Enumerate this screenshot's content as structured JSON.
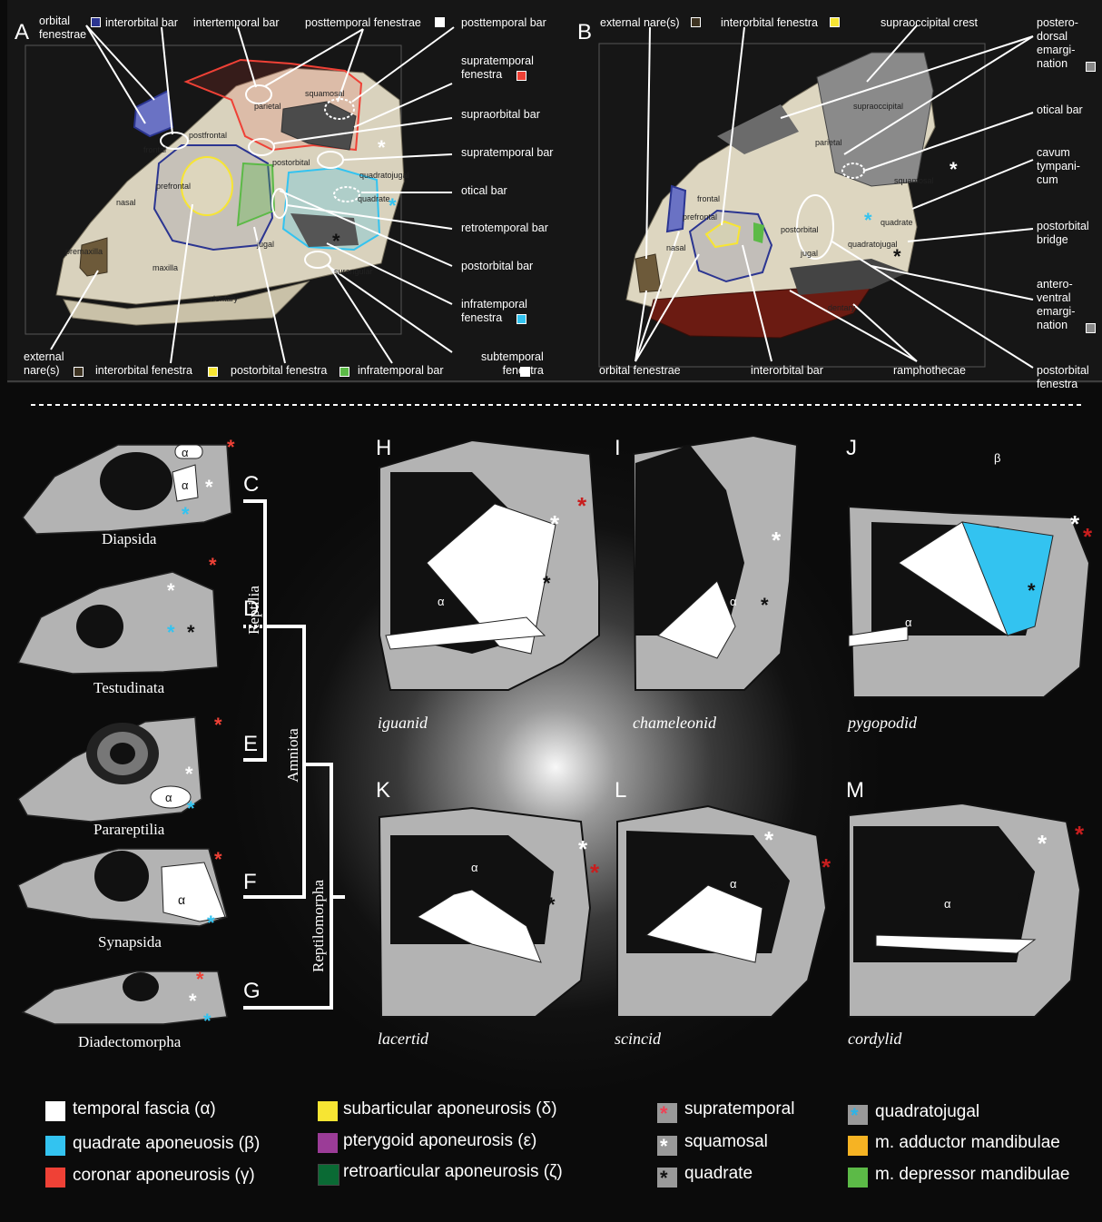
{
  "panelA": {
    "letter": "A",
    "labels_left_top": {
      "orbital_fenestrae": "orbital\nfenestrae",
      "interorbital_bar": "interorbital bar",
      "intertemporal_bar": "intertemporal bar",
      "posttemporal_fenestrae": "posttemporal fenestrae"
    },
    "labels_right": [
      "posttemporal bar",
      "supratemporal\nfenestra",
      "supraorbital bar",
      "supratemporal bar",
      "otical bar",
      "retrotemporal bar",
      "postorbital bar",
      "infratemporal\nfenestra",
      "subtemporal\nfenestra"
    ],
    "labels_bottom": [
      "external\nnare(s)",
      "interorbital fenestra",
      "postorbital fenestra",
      "infratemporal bar"
    ],
    "bones": [
      "parietal",
      "squamosal",
      "postfrontal",
      "frontal",
      "postorbital",
      "prefrontal",
      "nasal",
      "premaxilla",
      "maxilla",
      "jugal",
      "quadrate",
      "quadratojugal",
      "surangular",
      "dentary"
    ]
  },
  "panelB": {
    "letter": "B",
    "labels_top": [
      "external nare(s)",
      "interorbital fenestra",
      "supraoccipital crest"
    ],
    "labels_right": [
      "postero-\ndorsal\nemargi-\nnation",
      "otical bar",
      "cavum\ntympani-\ncum",
      "postorbital\nbridge",
      "antero-\nventral\nemargi-\nnation",
      "postorbital\nfenestra"
    ],
    "labels_bottom": [
      "orbital fenestrae",
      "interorbital bar",
      "ramphothecae"
    ],
    "bones": [
      "supraoccipital",
      "parietal",
      "squamosal",
      "frontal",
      "prefrontal",
      "postorbital",
      "nasal",
      "jugal",
      "quadratojugal",
      "quadrate",
      "dentary"
    ]
  },
  "cladogram": {
    "letters": [
      "C",
      "D",
      "E",
      "F",
      "G"
    ],
    "taxa": [
      "Diapsida",
      "Testudinata",
      "Parareptilia",
      "Synapsida",
      "Diadectomorpha"
    ],
    "clades": [
      "Reptilia",
      "Amniota",
      "Reptilomorpha"
    ]
  },
  "panels_lower": [
    {
      "letter": "H",
      "taxon": "iguanid"
    },
    {
      "letter": "I",
      "taxon": "chameleonid"
    },
    {
      "letter": "J",
      "taxon": "pygopodid"
    },
    {
      "letter": "K",
      "taxon": "lacertid"
    },
    {
      "letter": "L",
      "taxon": "scincid"
    },
    {
      "letter": "M",
      "taxon": "cordylid"
    }
  ],
  "symbols": {
    "alpha": "α",
    "beta": "β"
  },
  "legend": [
    {
      "label": "temporal fascia (α)",
      "color": "#ffffff"
    },
    {
      "label": "quadrate aponeuosis (β)",
      "color": "#33c3f0"
    },
    {
      "label": "coronar aponeurosis (γ)",
      "color": "#ef4136"
    },
    {
      "label": "subarticular aponeurosis (δ)",
      "color": "#f7e533"
    },
    {
      "label": "pterygoid aponeurosis (ε)",
      "color": "#9b3c97"
    },
    {
      "label": "retroarticular aponeurosis (ζ)",
      "color": "#0a6a34"
    },
    {
      "label": "supratemporal",
      "color": "#ef4155",
      "symbol": "*"
    },
    {
      "label": "squamosal",
      "color": "#ffffff",
      "symbol": "*"
    },
    {
      "label": "quadrate",
      "color": "#111111",
      "symbol": "*"
    },
    {
      "label": "quadratojugal",
      "color": "#2bb4e8",
      "symbol": "*"
    },
    {
      "label": "m. adductor mandibulae",
      "color": "#f6b323"
    },
    {
      "label": "m. depressor mandibulae",
      "color": "#5cba47"
    }
  ],
  "colors": {
    "skull_fill": "#b3b3b3",
    "panel_bg": "#2a2a2a"
  }
}
